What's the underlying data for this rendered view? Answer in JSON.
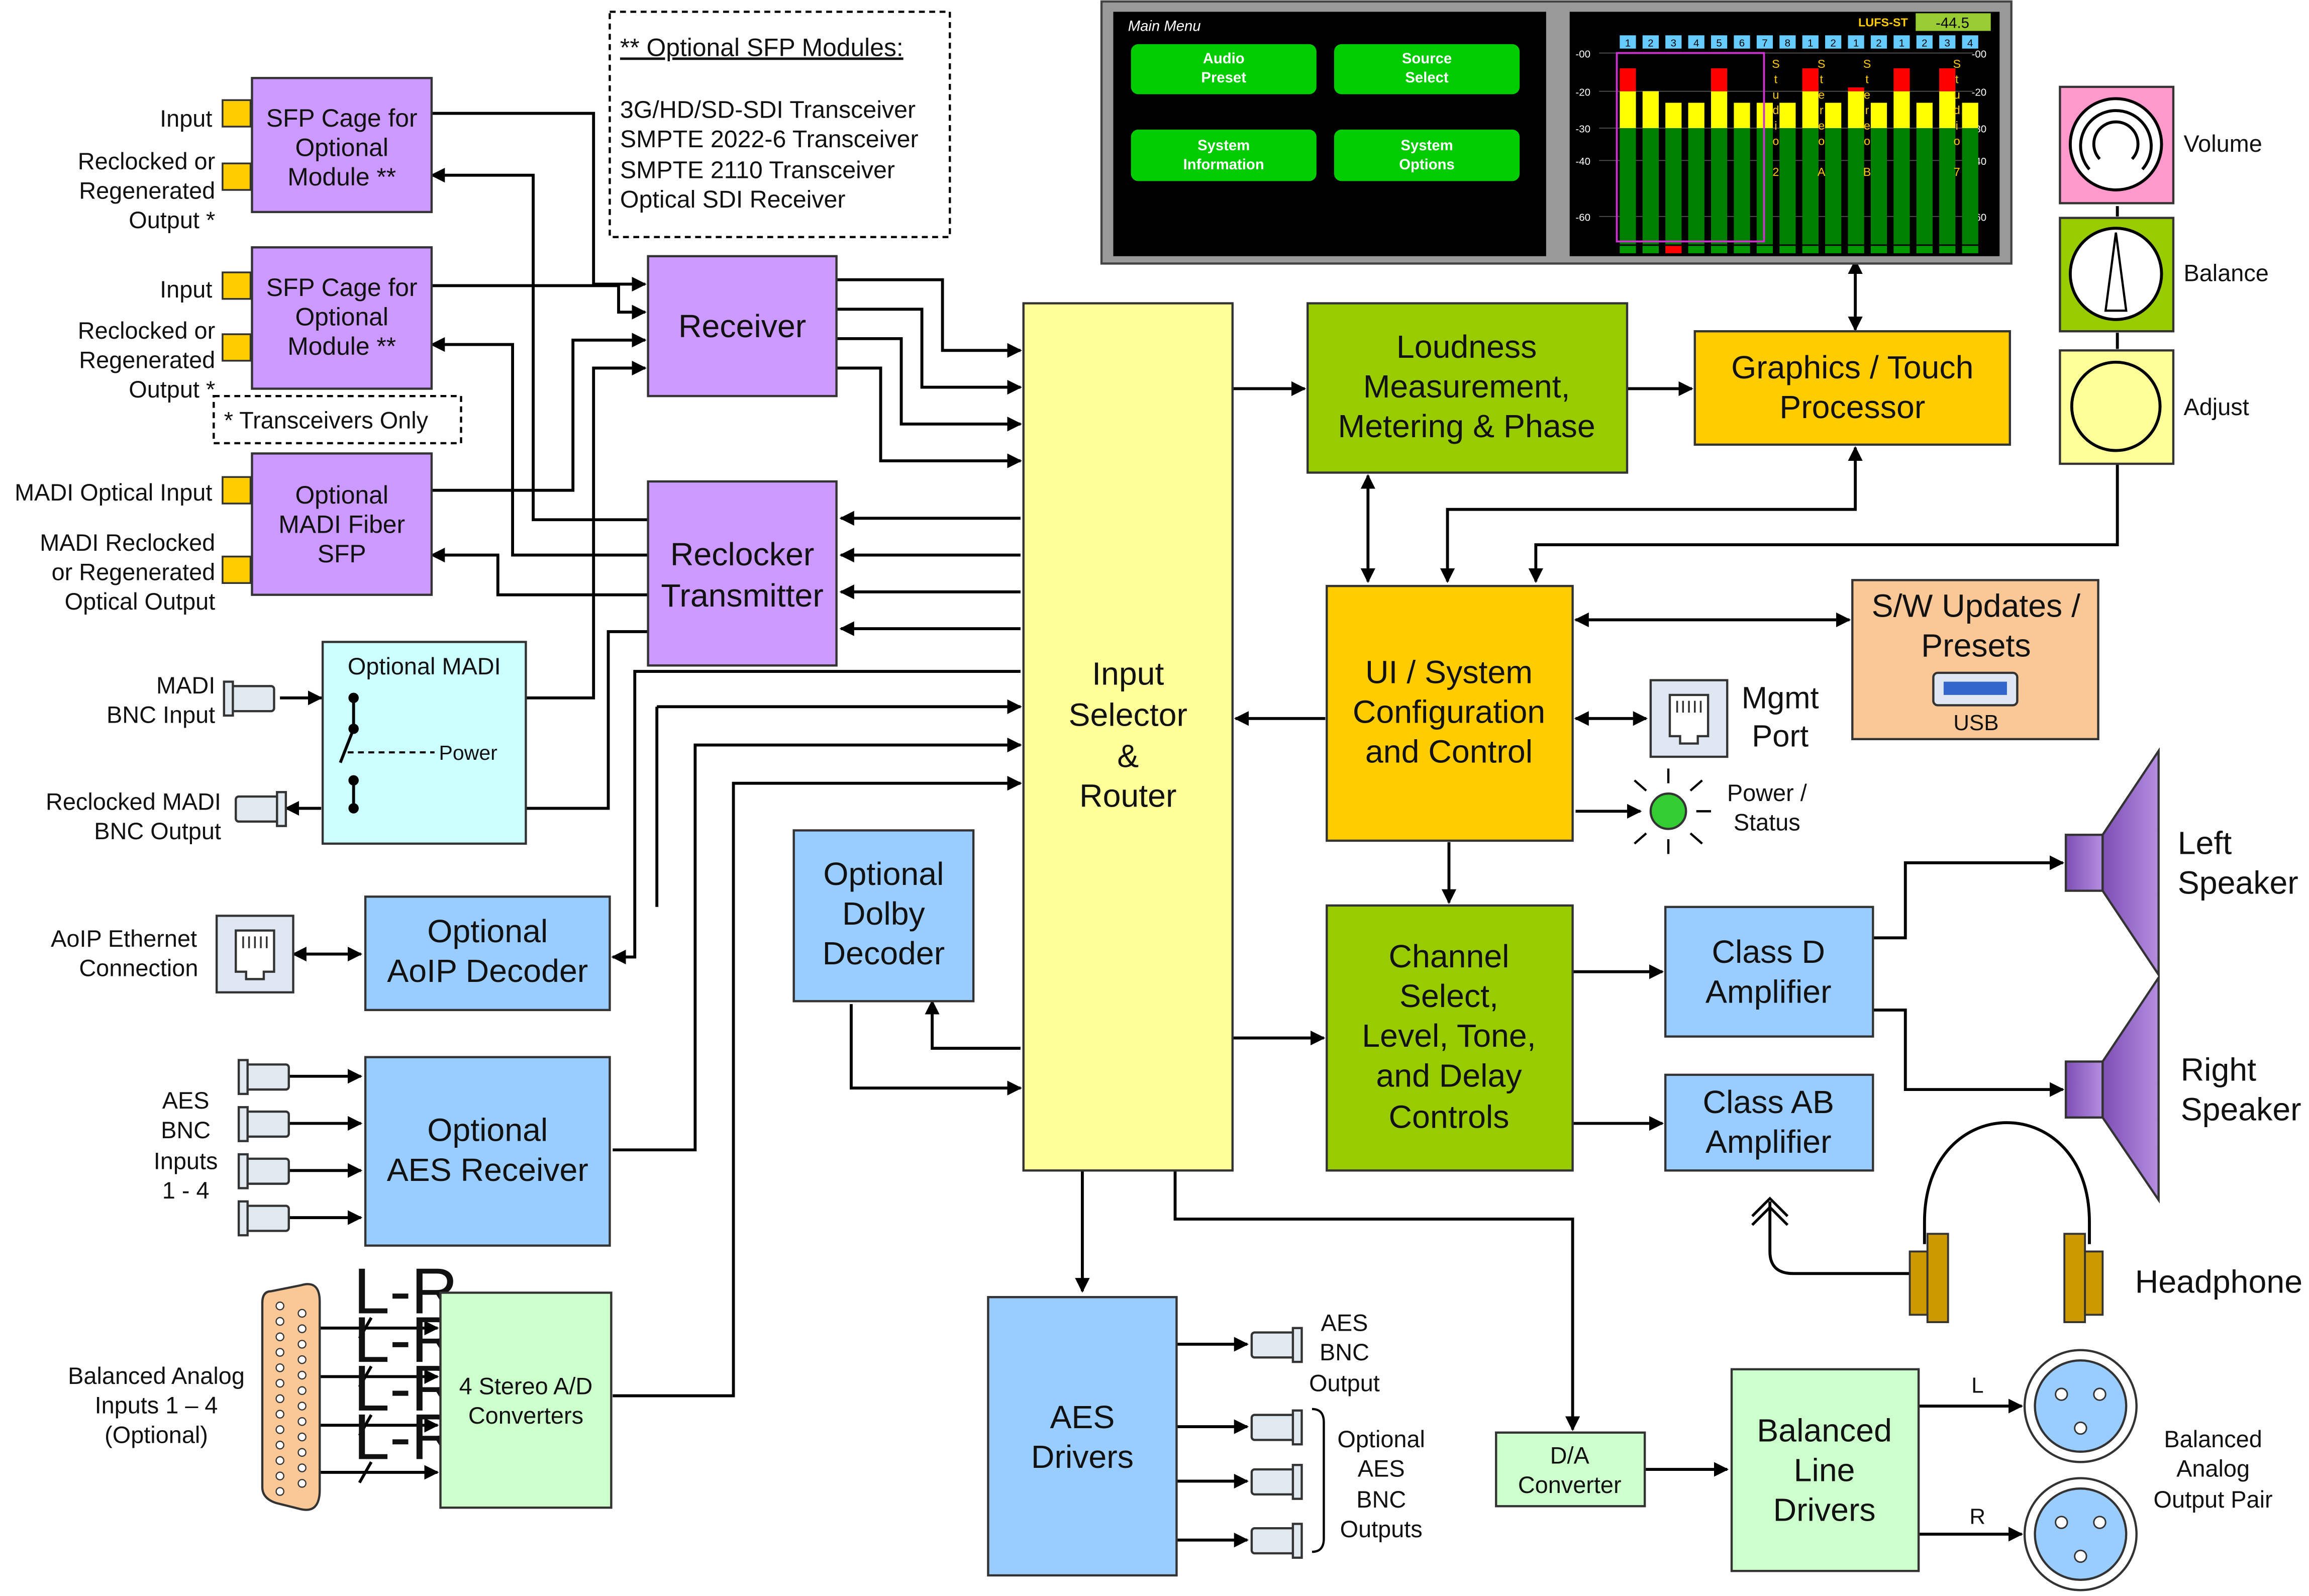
{
  "colors": {
    "purple_block": "#cc99ff",
    "yellow_router": "#ffff99",
    "green_dark": "#99cc00",
    "orange_block": "#ffcc00",
    "peach_block": "#fac897",
    "blue_block": "#99ccff",
    "light_green_block": "#ccffcc",
    "cyan_block": "#ccffff",
    "gold_connector": "#ffcc00",
    "speaker": "#9966cc",
    "led_green": "#33cc33",
    "menu_button": "#00cc00",
    "meter_red": "#ff0000",
    "meter_yellow": "#ffff00",
    "meter_green": "#008000"
  },
  "sfp_note": {
    "title": "** Optional SFP Modules:",
    "items": [
      "3G/HD/SD-SDI Transceiver",
      "SMPTE 2022-6 Transceiver",
      "SMPTE 2110 Transceiver",
      "Optical SDI Receiver"
    ]
  },
  "transceivers_note": "* Transceivers Only",
  "sfp1": {
    "block": [
      "SFP Cage for",
      "Optional",
      "Module **"
    ],
    "input_label": "Input",
    "output_label": [
      "Reclocked or",
      "Regenerated",
      "Output *"
    ]
  },
  "sfp2": {
    "block": [
      "SFP Cage for",
      "Optional",
      "Module **"
    ],
    "input_label": "Input",
    "output_label": [
      "Reclocked or",
      "Regenerated",
      "Output *"
    ]
  },
  "madi_sfp": {
    "block": [
      "Optional",
      "MADI Fiber",
      "SFP"
    ],
    "input_label": "MADI Optical Input",
    "output_label": [
      "MADI Reclocked",
      "or Regenerated",
      "Optical Output"
    ]
  },
  "optional_madi": {
    "title": "Optional MADI",
    "power": "Power",
    "bnc_input": [
      "MADI",
      "BNC Input"
    ],
    "bnc_output": [
      "Reclocked MADI",
      "BNC Output"
    ]
  },
  "receiver": "Receiver",
  "reclocker": [
    "Reclocker",
    "Transmitter"
  ],
  "router": [
    "Input",
    "Selector",
    "&",
    "Router"
  ],
  "loudness": [
    "Loudness",
    "Measurement,",
    "Metering & Phase"
  ],
  "graphics": [
    "Graphics / Touch",
    "Processor"
  ],
  "ui_system": [
    "UI / System",
    "Configuration",
    "and Control"
  ],
  "sw_updates": {
    "label": [
      "S/W Updates /",
      "Presets"
    ],
    "usb": "USB"
  },
  "mgmt_port": [
    "Mgmt",
    "Port"
  ],
  "power_status": [
    "Power /",
    "Status"
  ],
  "channel_select": [
    "Channel",
    "Select,",
    "Level, Tone,",
    "and Delay",
    "Controls"
  ],
  "class_d": [
    "Class D",
    "Amplifier"
  ],
  "class_ab": [
    "Class AB",
    "Amplifier"
  ],
  "left_speaker": [
    "Left",
    "Speaker"
  ],
  "right_speaker": [
    "Right",
    "Speaker"
  ],
  "headphone": "Headphone",
  "aoip": {
    "block": [
      "Optional",
      "AoIP Decoder"
    ],
    "label": [
      "AoIP Ethernet",
      "Connection"
    ]
  },
  "aes_receiver": {
    "block": [
      "Optional",
      "AES Receiver"
    ],
    "label": [
      "AES",
      "BNC",
      "Inputs",
      "1 - 4"
    ]
  },
  "dolby": [
    "Optional",
    "Dolby",
    "Decoder"
  ],
  "analog_in": {
    "label": [
      "Balanced Analog",
      "Inputs 1 – 4",
      "(Optional)"
    ],
    "lr": "L-R",
    "converter": [
      "4 Stereo A/D",
      "Converters"
    ]
  },
  "aes_drivers": {
    "block": [
      "AES",
      "Drivers"
    ],
    "output_label": [
      "AES",
      "BNC",
      "Output"
    ],
    "optional_label": [
      "Optional",
      "AES",
      "BNC",
      "Outputs"
    ]
  },
  "da_converter": [
    "D/A",
    "Converter"
  ],
  "balanced_line": [
    "Balanced",
    "Line",
    "Drivers"
  ],
  "analog_out": {
    "label": [
      "Balanced",
      "Analog",
      "Output Pair"
    ],
    "l": "L",
    "r": "R"
  },
  "controls": {
    "volume": "Volume",
    "balance": "Balance",
    "adjust": "Adjust"
  },
  "screen": {
    "menu_title": "Main Menu",
    "buttons": [
      [
        "Audio",
        "Preset"
      ],
      [
        "Source",
        "Select"
      ],
      [
        "System",
        "Information"
      ],
      [
        "System",
        "Options"
      ]
    ],
    "lufs_label": "LUFS-ST",
    "lufs_value": "-44.5",
    "scale_left": [
      "-00",
      "-20",
      "-30",
      "-40",
      "-60"
    ],
    "scale_right": [
      "-00",
      "-20",
      "-30",
      "-40",
      "-60"
    ],
    "channel_tabs": [
      "1",
      "2",
      "3",
      "4",
      "5",
      "6",
      "7",
      "8",
      "1",
      "2",
      "1",
      "2",
      "1",
      "2",
      "3",
      "4"
    ],
    "vertical_labels": [
      "Studio 2",
      "Stereo A",
      "Stereo B",
      "Studio 7"
    ],
    "meters": [
      {
        "level": 0.92,
        "peak": true
      },
      {
        "level": 0.88,
        "peak": false
      },
      {
        "level": 0.74,
        "peak": false
      },
      {
        "level": 0.74,
        "peak": false
      },
      {
        "level": 0.92,
        "peak": true
      },
      {
        "level": 0.74,
        "peak": false
      },
      {
        "level": 0.74,
        "peak": false
      },
      {
        "level": 0.74,
        "peak": false
      },
      {
        "level": 0.92,
        "peak": true
      },
      {
        "level": 0.74,
        "peak": false
      },
      {
        "level": 0.82,
        "peak": true
      },
      {
        "level": 0.74,
        "peak": false
      },
      {
        "level": 0.92,
        "peak": true
      },
      {
        "level": 0.74,
        "peak": false
      },
      {
        "level": 0.92,
        "peak": true
      },
      {
        "level": 0.74,
        "peak": false
      }
    ]
  }
}
